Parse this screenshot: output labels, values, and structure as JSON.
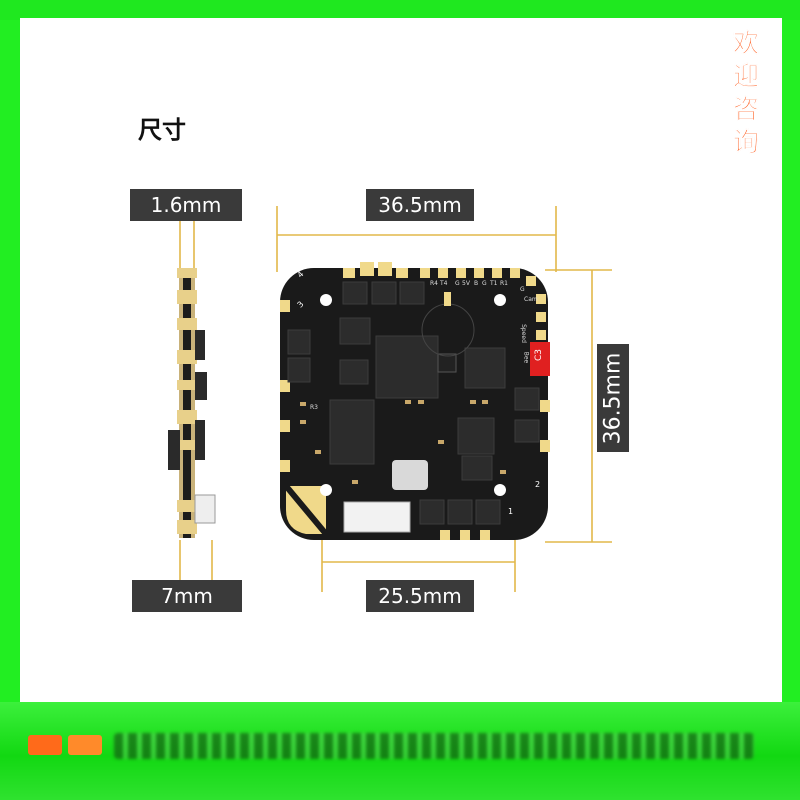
{
  "title": "尺寸",
  "side_tag": "欢迎咨询",
  "dimensions": {
    "side_thickness": "1.6mm",
    "width_top": "36.5mm",
    "height_right": "36.5mm",
    "side_height": "7mm",
    "mount_spacing": "25.5mm"
  },
  "board": {
    "mount_numbers": [
      "1",
      "2",
      "3",
      "4"
    ],
    "silkscreen": [
      "G",
      "5V",
      "B",
      "G",
      "T1",
      "R1",
      "R4",
      "T4",
      "G",
      "Cam",
      "Speed",
      "Bee",
      "R3"
    ],
    "chip_label": "C3"
  },
  "colors": {
    "frame": "#22ee22",
    "dim_box": "#3a3a3a",
    "dim_line": "#e2b84a",
    "board": "#1a1a1a",
    "pad": "#f0d98a",
    "accent_tag": "#ff5a1a"
  }
}
